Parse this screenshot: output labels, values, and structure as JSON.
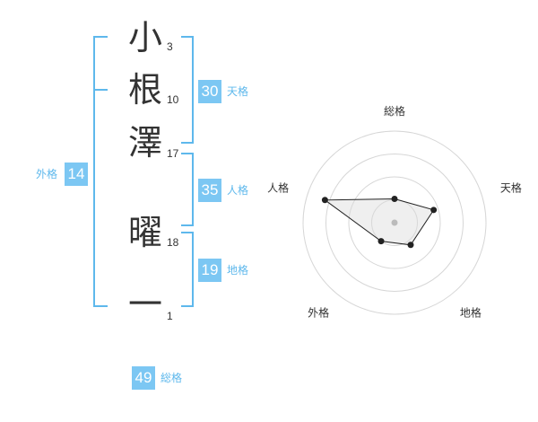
{
  "name": {
    "chars": [
      {
        "char": "小",
        "strokes": "3"
      },
      {
        "char": "根",
        "strokes": "10"
      },
      {
        "char": "澤",
        "strokes": "17"
      },
      {
        "char": "曜",
        "strokes": "18"
      },
      {
        "char": "一",
        "strokes": "1"
      }
    ]
  },
  "fortune": {
    "tenkaku": {
      "value": "30",
      "label": "天格"
    },
    "jinkaku": {
      "value": "35",
      "label": "人格"
    },
    "chikaku": {
      "value": "19",
      "label": "地格"
    },
    "gaikaku": {
      "value": "14",
      "label": "外格"
    },
    "soukaku": {
      "value": "49",
      "label": "総格"
    }
  },
  "colors": {
    "accent": "#5eb8ec",
    "badge": "#7cc7f3",
    "text": "#333333"
  },
  "chart_data": {
    "type": "radar",
    "axes": [
      "総格",
      "天格",
      "地格",
      "外格",
      "人格"
    ],
    "values": [
      0.26,
      0.45,
      0.3,
      0.25,
      0.8
    ],
    "rings": 4,
    "grid": true
  }
}
